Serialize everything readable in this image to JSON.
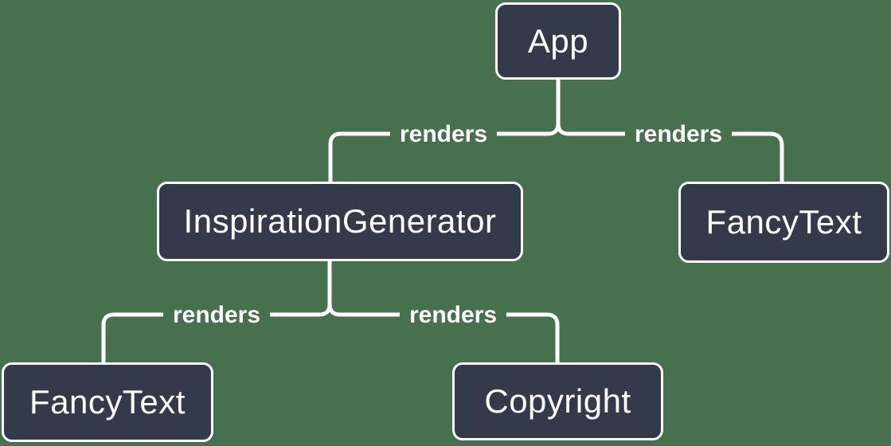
{
  "colors": {
    "background": "#47714E",
    "node_fill": "#333B4A",
    "node_border": "#FFFFFF",
    "line": "#FFFFFF",
    "text": "#FFFFFF"
  },
  "diagram": {
    "type": "component-render-tree",
    "nodes": [
      {
        "id": "app",
        "label": "App"
      },
      {
        "id": "inspiration-generator",
        "label": "InspirationGenerator"
      },
      {
        "id": "fancy-text-top",
        "label": "FancyText"
      },
      {
        "id": "fancy-text-bottom",
        "label": "FancyText"
      },
      {
        "id": "copyright",
        "label": "Copyright"
      }
    ],
    "edges": [
      {
        "from": "App",
        "to": "InspirationGenerator",
        "label": "renders"
      },
      {
        "from": "App",
        "to": "FancyText",
        "label": "renders"
      },
      {
        "from": "InspirationGenerator",
        "to": "FancyText",
        "label": "renders"
      },
      {
        "from": "InspirationGenerator",
        "to": "Copyright",
        "label": "renders"
      }
    ]
  }
}
